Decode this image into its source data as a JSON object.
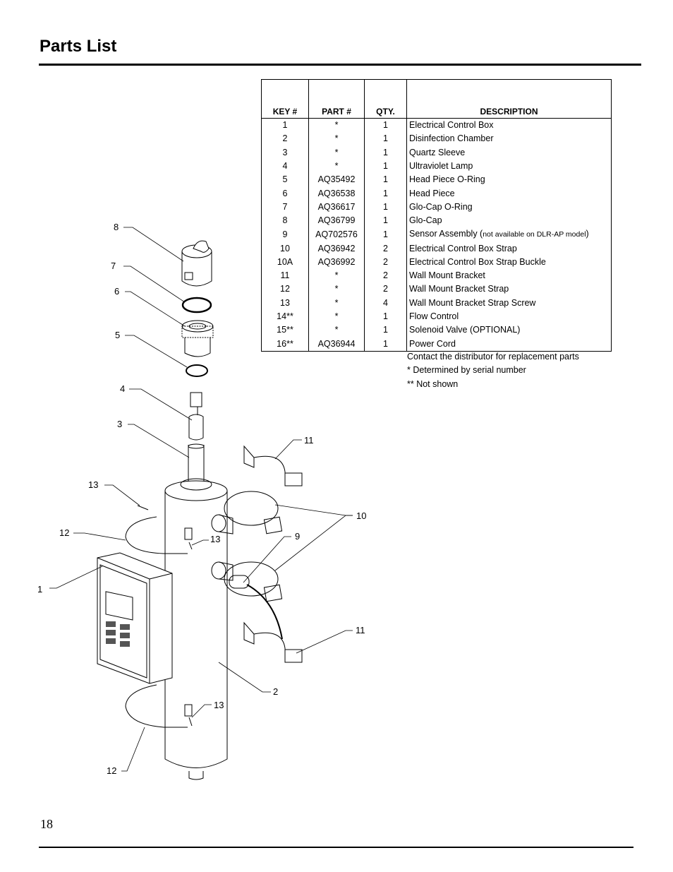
{
  "page": {
    "title": "Parts List",
    "page_number": "18"
  },
  "table": {
    "headers": {
      "key": "KEY #",
      "part": "PART #",
      "qty": "QTY.",
      "desc": "DESCRIPTION"
    },
    "rows": [
      {
        "key": "1",
        "part": "*",
        "qty": "1",
        "desc": "Electrical Control Box"
      },
      {
        "key": "2",
        "part": "*",
        "qty": "1",
        "desc": "Disinfection Chamber"
      },
      {
        "key": "3",
        "part": "*",
        "qty": "1",
        "desc": "Quartz Sleeve"
      },
      {
        "key": "4",
        "part": "*",
        "qty": "1",
        "desc": "Ultraviolet Lamp"
      },
      {
        "key": "5",
        "part": "AQ35492",
        "qty": "1",
        "desc": "Head Piece O-Ring"
      },
      {
        "key": "6",
        "part": "AQ36538",
        "qty": "1",
        "desc": "Head Piece"
      },
      {
        "key": "7",
        "part": "AQ36617",
        "qty": "1",
        "desc": "Glo-Cap O-Ring"
      },
      {
        "key": "8",
        "part": "AQ36799",
        "qty": "1",
        "desc": "Glo-Cap"
      },
      {
        "key": "9",
        "part": "AQ702576",
        "qty": "1",
        "desc": "Sensor Assembly (",
        "desc_note": "not available on DLR-AP model",
        "desc_end": ")"
      },
      {
        "key": "10",
        "part": "AQ36942",
        "qty": "2",
        "desc": "Electrical Control Box Strap"
      },
      {
        "key": "10A",
        "part": "AQ36992",
        "qty": "2",
        "desc": "Electrical Control Box Strap Buckle"
      },
      {
        "key": "11",
        "part": "*",
        "qty": "2",
        "desc": "Wall Mount Bracket"
      },
      {
        "key": "12",
        "part": "*",
        "qty": "2",
        "desc": "Wall Mount Bracket Strap"
      },
      {
        "key": "13",
        "part": "*",
        "qty": "4",
        "desc": "Wall Mount Bracket Strap Screw"
      },
      {
        "key": "14**",
        "part": "*",
        "qty": "1",
        "desc": "Flow Control"
      },
      {
        "key": "15**",
        "part": "*",
        "qty": "1",
        "desc": "Solenoid Valve (OPTIONAL)"
      },
      {
        "key": "16**",
        "part": "AQ36944",
        "qty": "1",
        "desc": "Power Cord"
      }
    ]
  },
  "notes": [
    "Contact the distributor for replacement parts",
    "*  Determined by serial number",
    "** Not shown"
  ],
  "diagram": {
    "callouts": {
      "c8": "8",
      "c7": "7",
      "c6": "6",
      "c5": "5",
      "c4": "4",
      "c3": "3",
      "c13a": "13",
      "c12a": "12",
      "c1": "1",
      "c11a": "11",
      "c10": "10",
      "c9": "9",
      "c13b": "13",
      "c11b": "11",
      "c2": "2",
      "c13c": "13",
      "c12b": "12"
    }
  }
}
